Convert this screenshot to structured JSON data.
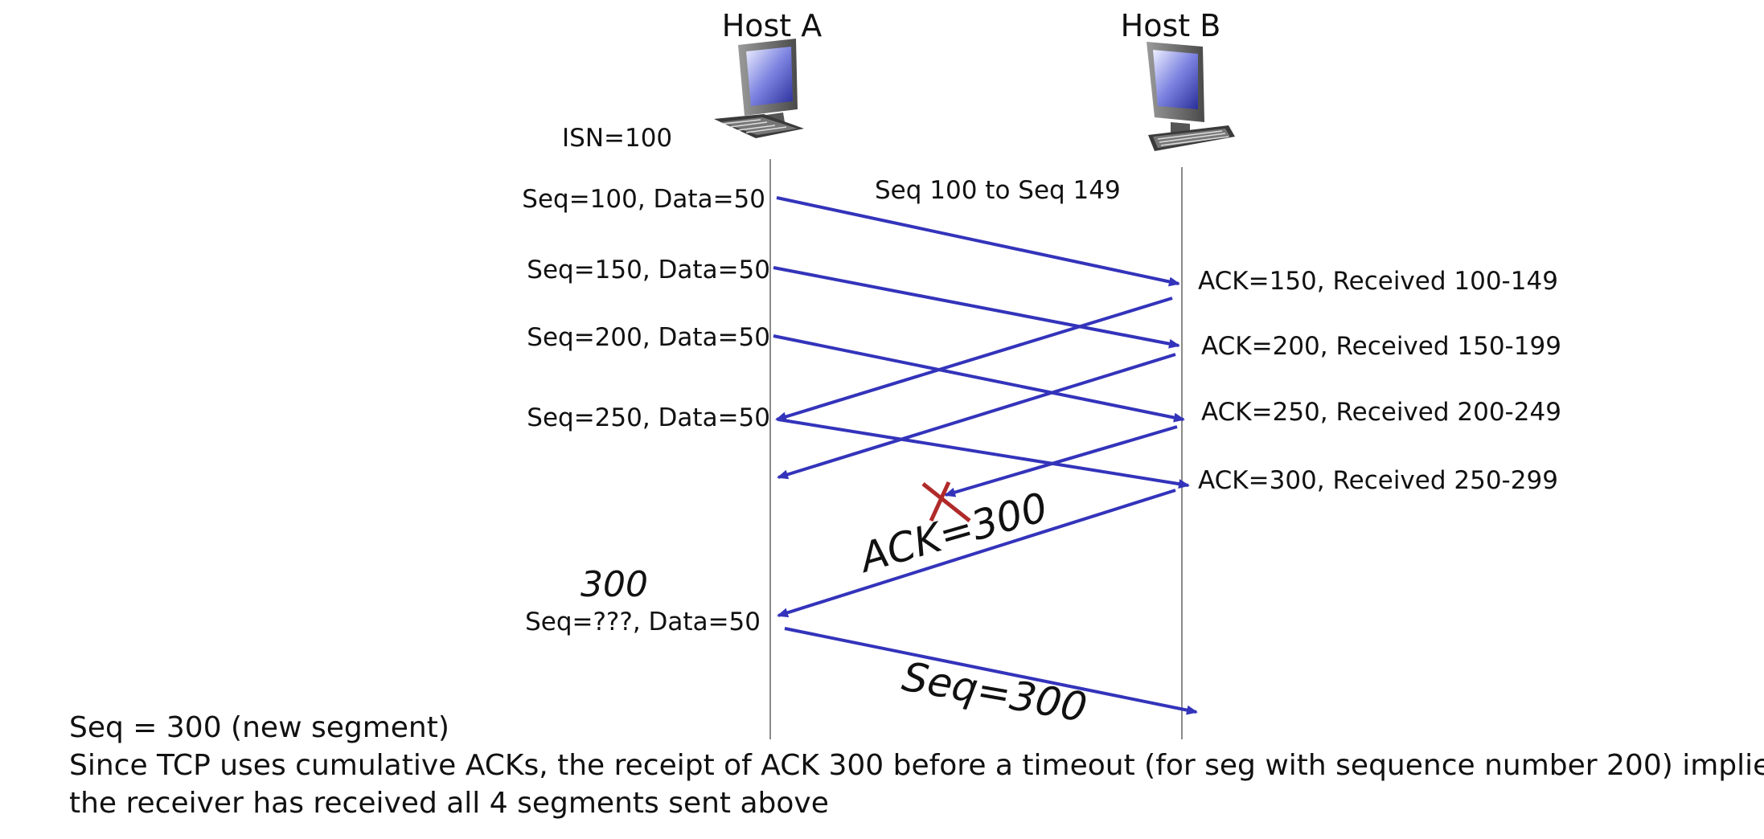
{
  "hosts": {
    "a": {
      "label": "Host A",
      "icon": "computer-icon"
    },
    "b": {
      "label": "Host B",
      "icon": "computer-icon"
    }
  },
  "isn": "ISN=100",
  "range_note": "Seq 100 to Seq 149",
  "segments": [
    "Seq=100, Data=50",
    "Seq=150, Data=50",
    "Seq=200, Data=50",
    "Seq=250, Data=50",
    "Seq=???, Data=50"
  ],
  "acks": [
    "ACK=150, Received 100-149",
    "ACK=200, Received 150-199",
    "ACK=250, Received 200-249",
    "ACK=300, Received 250-299"
  ],
  "handwriting": {
    "ack": "ACK=300",
    "seq_answer": "300",
    "seq_bottom": "Seq=300"
  },
  "lost_mark": "lost-x-icon",
  "footer": {
    "line1": "Seq = 300 (new segment)",
    "line2": "Since TCP uses cumulative ACKs, the receipt of ACK 300 before a timeout (for seg with sequence number 200) implies",
    "line3": "the receiver has received all 4 segments sent above"
  },
  "colors": {
    "arrow": "#3333bb",
    "lost_mark": "#b02a2a",
    "timeline": "#8a8a8a"
  }
}
